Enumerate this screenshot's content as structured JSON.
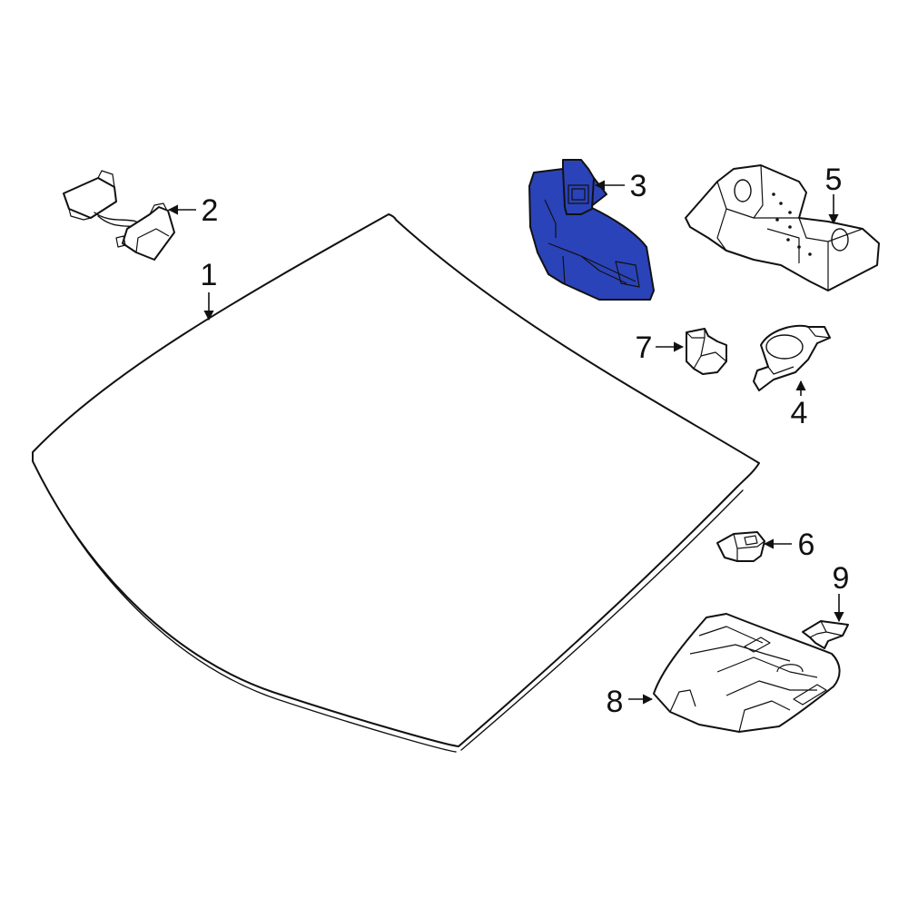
{
  "highlight_color": "#2b43b8",
  "callouts": [
    {
      "id": "1",
      "label": "1"
    },
    {
      "id": "2",
      "label": "2"
    },
    {
      "id": "3",
      "label": "3"
    },
    {
      "id": "4",
      "label": "4"
    },
    {
      "id": "5",
      "label": "5"
    },
    {
      "id": "6",
      "label": "6"
    },
    {
      "id": "7",
      "label": "7"
    },
    {
      "id": "8",
      "label": "8"
    },
    {
      "id": "9",
      "label": "9"
    }
  ],
  "highlighted_callout": "3"
}
